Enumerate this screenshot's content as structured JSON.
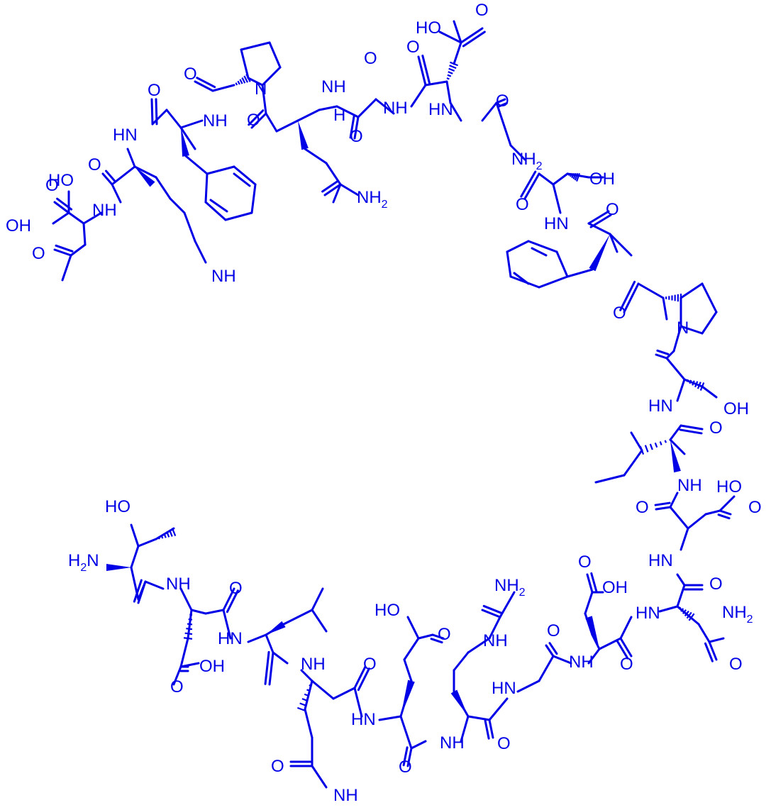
{
  "labels": [
    {
      "t": "O"
    },
    {
      "t": "HO"
    },
    {
      "t": "O"
    },
    {
      "t": "O"
    },
    {
      "t": "O"
    },
    {
      "t": "O"
    },
    {
      "t": "NH"
    },
    {
      "t": "HN"
    },
    {
      "t": "N"
    },
    {
      "t": "H"
    },
    {
      "t": "NH"
    },
    {
      "t": "O"
    },
    {
      "t": "O"
    },
    {
      "t": "O"
    },
    {
      "t": "HN"
    },
    {
      "t": "O"
    },
    {
      "t": "HO"
    },
    {
      "t": "NH"
    },
    {
      "t": "NH",
      "sub": "2"
    },
    {
      "t": "OH"
    },
    {
      "t": "NH"
    },
    {
      "t": "O"
    },
    {
      "t": "O"
    },
    {
      "t": "NH",
      "sub": "2"
    },
    {
      "t": "OH"
    },
    {
      "t": "HN"
    },
    {
      "t": "O"
    },
    {
      "t": "NH"
    },
    {
      "t": "O"
    },
    {
      "t": "N"
    },
    {
      "t": "O"
    },
    {
      "t": "HN"
    },
    {
      "t": "OH"
    },
    {
      "t": "O"
    },
    {
      "t": "NH"
    },
    {
      "t": "HO"
    },
    {
      "t": "O"
    },
    {
      "t": "O"
    },
    {
      "t": "HO"
    },
    {
      "t": "HN"
    },
    {
      "t": "O"
    },
    {
      "t": "O"
    },
    {
      "t": "OH"
    },
    {
      "t": "H",
      "sub": "2",
      "tail": "N"
    },
    {
      "t": "NH"
    },
    {
      "t": "O"
    },
    {
      "t": "NH",
      "sub": "2"
    },
    {
      "t": "HN"
    },
    {
      "t": "NH",
      "sub": "2"
    },
    {
      "t": "HO"
    },
    {
      "t": "HN"
    },
    {
      "t": "O"
    },
    {
      "t": "OH"
    },
    {
      "t": "NH"
    },
    {
      "t": "NH"
    },
    {
      "t": "O"
    },
    {
      "t": "NH"
    },
    {
      "t": "O"
    },
    {
      "t": "O"
    },
    {
      "t": "O"
    },
    {
      "t": "HN"
    },
    {
      "t": "HN"
    },
    {
      "t": "NH"
    },
    {
      "t": "O"
    },
    {
      "t": "O"
    },
    {
      "t": "HN"
    },
    {
      "t": "O"
    },
    {
      "t": "NH"
    },
    {
      "t": "O"
    },
    {
      "t": "NH",
      "sub": "2"
    }
  ]
}
